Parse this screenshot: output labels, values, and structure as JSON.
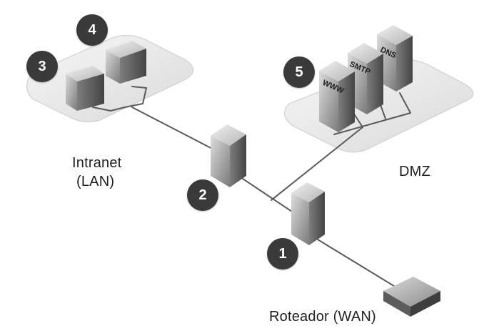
{
  "labels": {
    "intranet": "Intranet",
    "lan": "(LAN)",
    "dmz": "DMZ",
    "router": "Roteador (WAN)"
  },
  "servers": {
    "www": "WWW",
    "smtp": "SMTP",
    "dns": "DNS"
  },
  "badges": [
    "1",
    "2",
    "3",
    "4",
    "5"
  ],
  "colors": {
    "zone_fill": "#ececec",
    "zone_edge": "#c9c9c9",
    "link": "#555555",
    "badge": "#3a3a3a",
    "text": "#1f1f1f"
  }
}
